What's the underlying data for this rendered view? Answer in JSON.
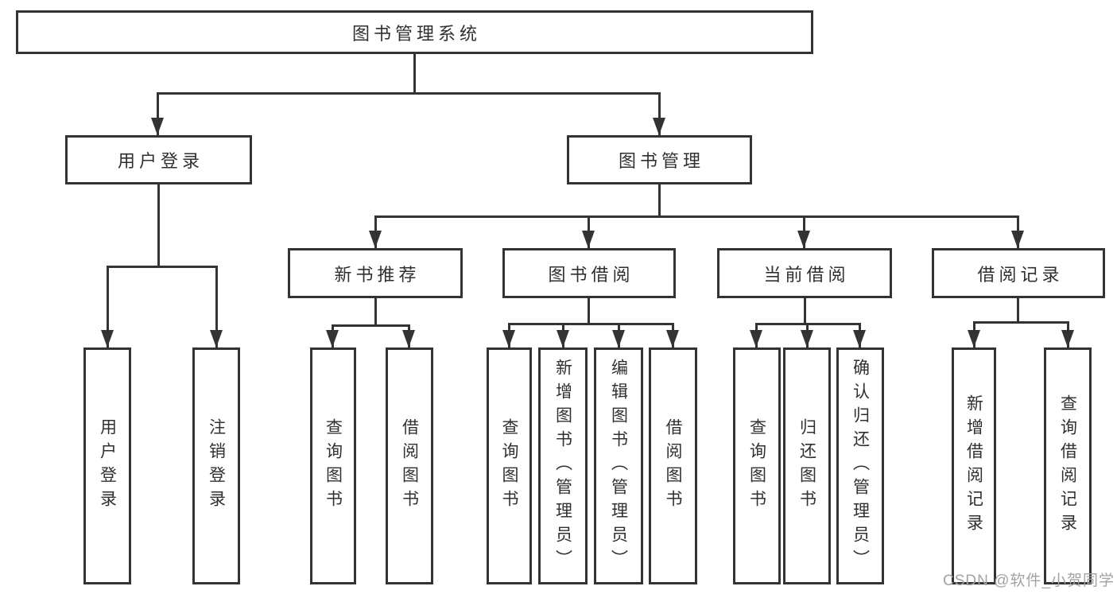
{
  "title": {
    "label": "图书管理系统"
  },
  "level2": {
    "user_login": "用户登录",
    "book_management": "图书管理"
  },
  "level3": {
    "new_book_recommend": "新书推荐",
    "book_borrow": "图书借阅",
    "current_borrow": "当前借阅",
    "borrow_records": "借阅记录"
  },
  "leaves": {
    "user_login": [
      "用户登录",
      "注销登录"
    ],
    "new_book_recommend": [
      "查询图书",
      "借阅图书"
    ],
    "book_borrow": [
      "查询图书",
      "新增图书（管理员）",
      "编辑图书（管理员）",
      "借阅图书"
    ],
    "current_borrow": [
      "查询图书",
      "归还图书",
      "确认归还（管理员）"
    ],
    "borrow_records": [
      "新增借阅记录",
      "查询借阅记录"
    ]
  },
  "watermark": "CSDN @软件_小贺同学",
  "colors": {
    "line": "#333333",
    "text": "#303030",
    "watermark": "#a3a3a3",
    "background": "#ffffff"
  }
}
